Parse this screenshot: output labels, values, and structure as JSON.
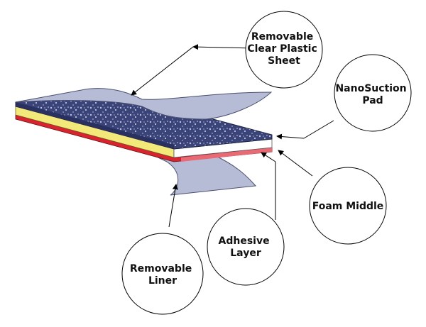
{
  "colors": {
    "foam": "#3a4478",
    "foam_speck": "#b9c2e0",
    "sheet": "#b7bcd6",
    "sheet_edge": "#4a4f70",
    "adhesive_yellow": "#f3e87a",
    "adhesive_red": "#d9232f",
    "foam_white_edge": "#ffffff",
    "pink_edge": "#e96a74"
  },
  "labels": {
    "clear_sheet": [
      "Removable",
      "Clear Plastic",
      "Sheet"
    ],
    "nanosuction": [
      "NanoSuction",
      "Pad"
    ],
    "foam_middle": [
      "Foam Middle"
    ],
    "adhesive": [
      "Adhesive",
      "Layer"
    ],
    "liner": [
      "Removable",
      "Liner"
    ]
  }
}
